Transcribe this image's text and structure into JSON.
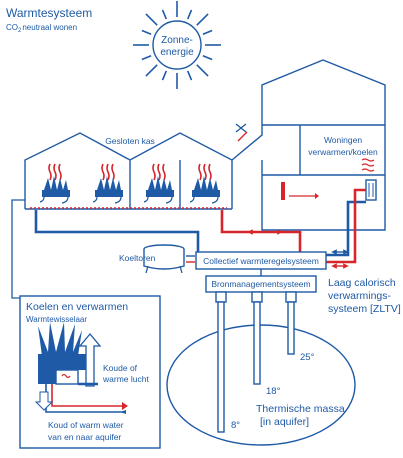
{
  "header": {
    "title": "Warmtesysteem",
    "subtitle_prefix": "CO",
    "subtitle_sub": "2",
    "subtitle_suffix": "neutraal wonen"
  },
  "sun": {
    "line1": "Zonne-",
    "line2": "energie"
  },
  "greenhouse": {
    "label": "Gesloten kas"
  },
  "house": {
    "line1": "Woningen",
    "line2": "verwarmen/koelen"
  },
  "cooling_tower": {
    "label": "Koeltoren"
  },
  "collective": {
    "label": "Collectief warmteregelsysteem"
  },
  "source_mgmt": {
    "label": "Bronmanagementsysteem"
  },
  "zltv": {
    "line1": "Laag calorisch",
    "line2": "verwarmings-",
    "line3": "systeem [ZLTV]"
  },
  "aquifer": {
    "temp_25": "25°",
    "temp_18": "18°",
    "temp_8": "8°",
    "line1": "Thermische massa",
    "line2": "[in aquifer]"
  },
  "inset": {
    "title": "Koelen en verwarmen",
    "subtitle": "Warmtewisselaar",
    "air_line1": "Koude of",
    "air_line2": "warme lucht",
    "water_line1": "Koud of warm water",
    "water_line2": "van en naar aquifer"
  },
  "colors": {
    "blue": "#1f5aa6",
    "red": "#d7262b",
    "background": "#ffffff"
  }
}
